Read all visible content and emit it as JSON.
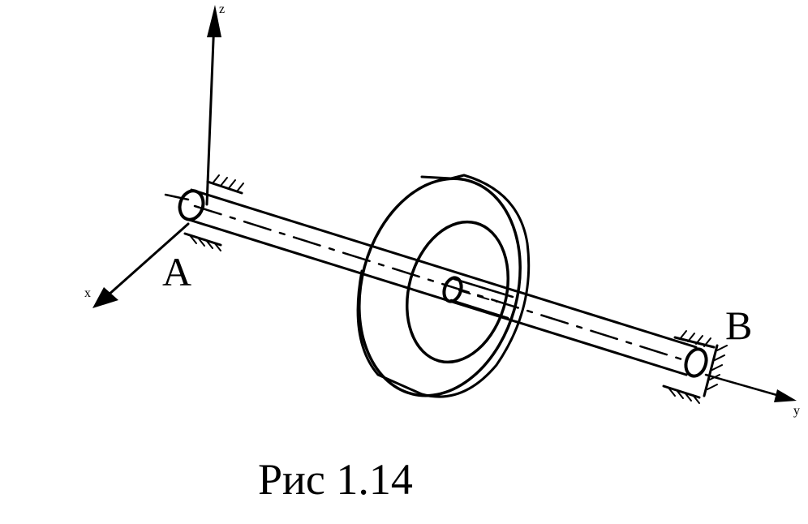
{
  "diagram": {
    "axes": {
      "z_label": "z",
      "x_label": "x",
      "y_label": "y"
    },
    "points": {
      "a_label": "A",
      "b_label": "B"
    },
    "caption": "Рис 1.14",
    "colors": {
      "ink": "#000000",
      "background": "#ffffff"
    }
  }
}
